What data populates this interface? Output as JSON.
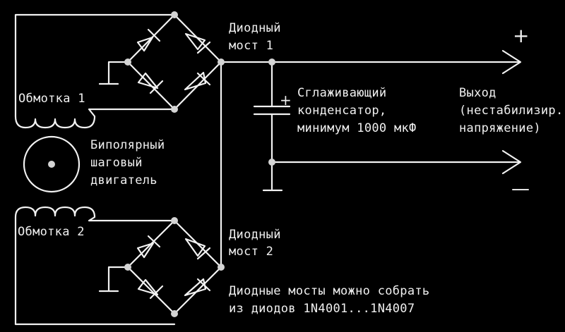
{
  "diagram": {
    "winding1_label": "Обмотка 1",
    "winding2_label": "Обмотка 2",
    "motor_label": [
      "Биполярный",
      "шаговый",
      "двигатель"
    ],
    "bridge1_label": [
      "Диодный",
      "мост 1"
    ],
    "bridge2_label": [
      "Диодный",
      "мост 2"
    ],
    "capacitor_label": [
      "Сглаживающий",
      "конденсатор,",
      "минимум 1000 мкФ"
    ],
    "capacitor_polarity": "+",
    "output_label": [
      "Выход",
      "(нестабилизир.",
      "напряжение)"
    ],
    "output_plus": "+",
    "output_minus": "—",
    "note": [
      "Диодные мосты можно собрать",
      "из диодов 1N4001...1N4007"
    ]
  },
  "colors": {
    "background": "#000000",
    "line": "#f2f2f2",
    "junction": "#d4d4d4"
  }
}
